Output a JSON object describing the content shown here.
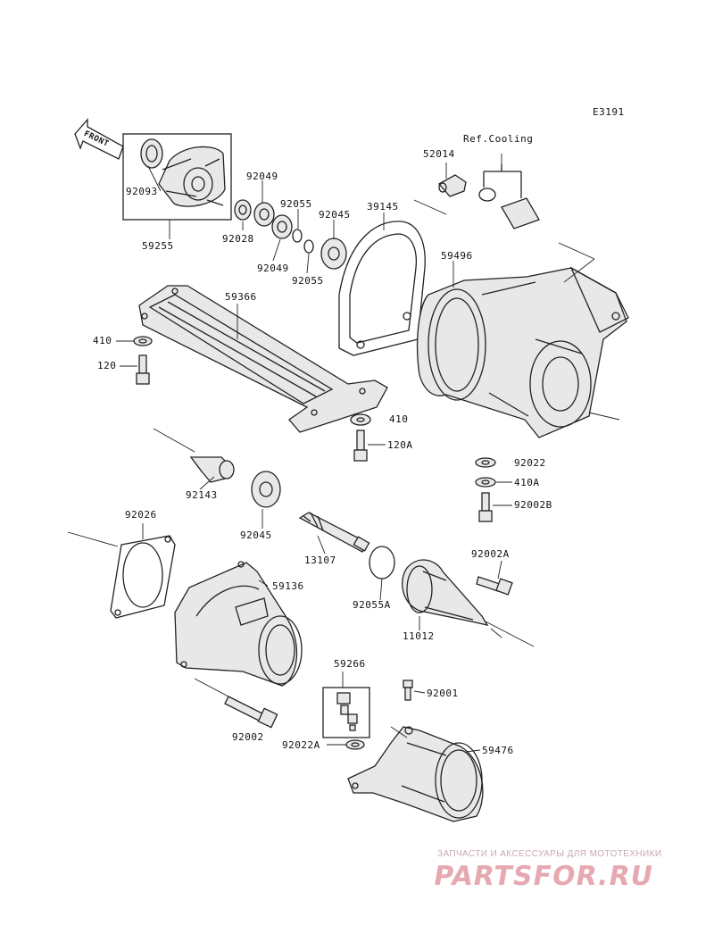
{
  "diagram_code": "E3191",
  "front_label": "FRONT",
  "ref_label": "Ref.Cooling",
  "parts": {
    "p92093": "92093",
    "p59255": "59255",
    "p92049a": "92049",
    "p92055a": "92055",
    "p92045a": "92045",
    "p39145": "39145",
    "p52014": "52014",
    "p92028": "92028",
    "p92049b": "92049",
    "p92055b": "92055",
    "p59496": "59496",
    "p59366": "59366",
    "p410a": "410",
    "p120": "120",
    "p410b": "410",
    "p120A": "120A",
    "p92022": "92022",
    "p410A": "410A",
    "p92002B": "92002B",
    "p92143": "92143",
    "p92045b": "92045",
    "p92026": "92026",
    "p13107": "13107",
    "p92002A": "92002A",
    "p59136": "59136",
    "p92055A": "92055A",
    "p11012": "11012",
    "p59266": "59266",
    "p92001": "92001",
    "p92002": "92002",
    "p92022A": "92022A",
    "p59476": "59476"
  },
  "watermark": {
    "tagline": "ЗАПЧАСТИ И АКСЕССУАРЫ ДЛЯ МОТОТЕХНИКИ",
    "logo": "PARTSFOR.RU"
  }
}
